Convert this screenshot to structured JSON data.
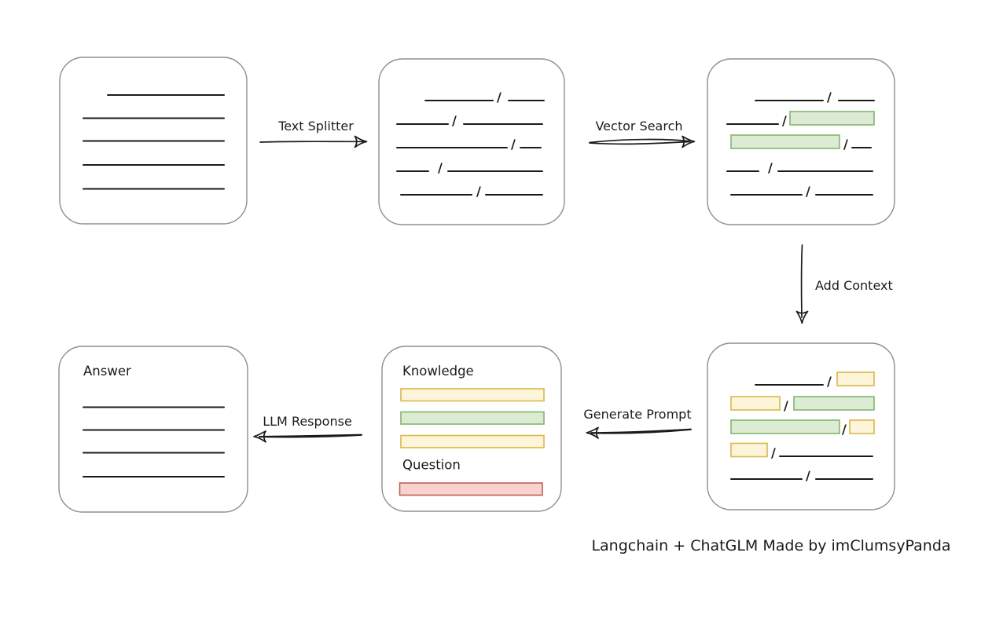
{
  "diagram": {
    "separator": "/",
    "caption": "Langchain + ChatGLM Made by imClumsyPanda",
    "edges": [
      {
        "id": "text-splitter",
        "label": "Text Splitter",
        "from": "document",
        "to": "chunks",
        "direction": "right"
      },
      {
        "id": "vector-search",
        "label": "Vector Search",
        "from": "chunks",
        "to": "search-result",
        "direction": "right"
      },
      {
        "id": "add-context",
        "label": "Add Context",
        "from": "search-result",
        "to": "context",
        "direction": "down"
      },
      {
        "id": "generate-prompt",
        "label": "Generate Prompt",
        "from": "context",
        "to": "prompt",
        "direction": "left"
      },
      {
        "id": "llm-response",
        "label": "LLM Response",
        "from": "prompt",
        "to": "answer",
        "direction": "left"
      }
    ],
    "nodes": {
      "document": {
        "type": "document",
        "line_count": 5
      },
      "chunks": {
        "type": "chunk-list",
        "row_count": 5
      },
      "search_result": {
        "type": "chunk-list",
        "row_count": 5,
        "green_highlights": 2
      },
      "context": {
        "type": "chunk-list",
        "row_count": 5,
        "green_highlights": 2,
        "yellow_highlights": 4
      },
      "prompt": {
        "knowledge_label": "Knowledge",
        "question_label": "Question",
        "knowledge_bars": [
          "yellow",
          "green",
          "yellow"
        ],
        "question_bars": [
          "red"
        ]
      },
      "answer": {
        "title": "Answer",
        "line_count": 4
      }
    },
    "colors": {
      "green_fill": "#dcebd3",
      "green_border": "#84b56d",
      "yellow_fill": "#fdf5da",
      "yellow_border": "#d9b84a",
      "red_fill": "#f7d2cf",
      "red_border": "#bf6058",
      "node_border": "#8f8f8f",
      "stroke": "#1b1b1b",
      "background": "#ffffff"
    }
  }
}
